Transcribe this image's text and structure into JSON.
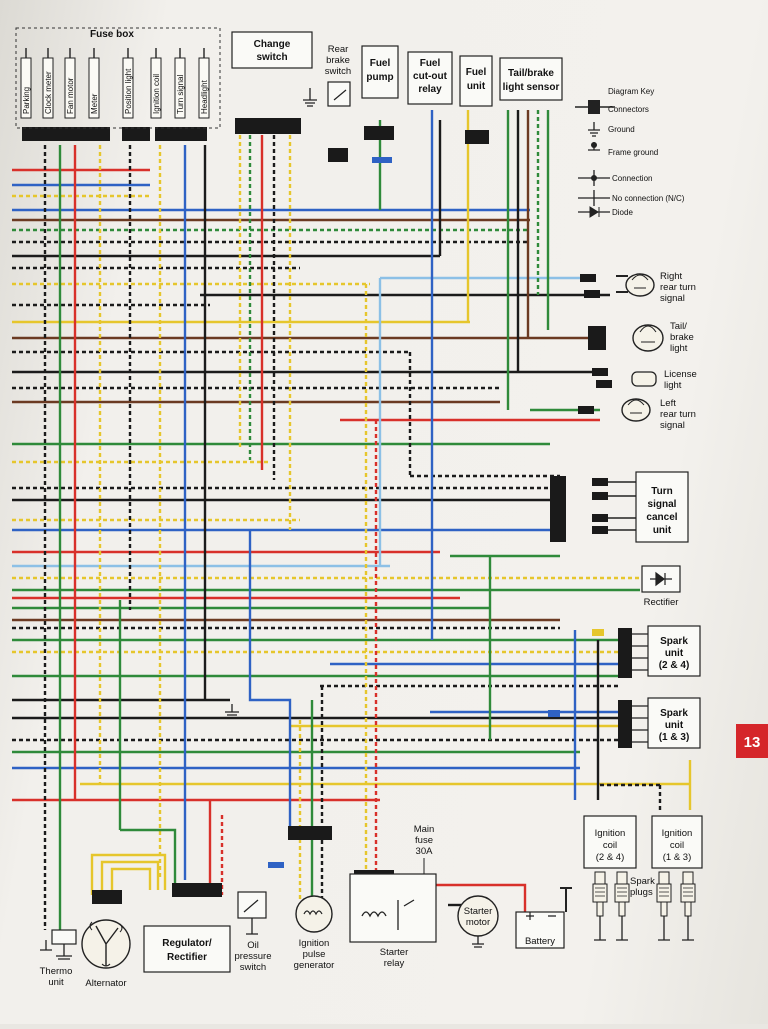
{
  "fuse_box": {
    "title": "Fuse box",
    "fuses": [
      "Parking",
      "Clock meter",
      "Fan motor",
      "Meter",
      "Position light",
      "Ignition coil",
      "Turn signal",
      "Headlight"
    ]
  },
  "components": {
    "change_switch": "Change switch",
    "rear_brake_switch": "Rear brake switch",
    "fuel_pump": "Fuel pump",
    "fuel_cutout_relay": "Fuel cut-out relay",
    "fuel_unit": "Fuel unit",
    "tail_brake_light_sensor": "Tail/brake light sensor",
    "right_rear_turn_signal": "Right rear turn signal",
    "tail_brake_light": "Tail/ brake light",
    "license_light": "License light",
    "left_rear_turn_signal": "Left rear turn signal",
    "turn_signal_cancel_unit": "Turn signal cancel unit",
    "rectifier": "Rectifier",
    "spark_unit_24": "Spark unit (2 & 4)",
    "spark_unit_13": "Spark unit (1 & 3)",
    "ignition_coil_24": "Ignition coil (2 & 4)",
    "ignition_coil_13": "Ignition coil (1 & 3)",
    "spark_plugs": "Spark plugs",
    "battery": "Battery",
    "starter_motor": "Starter motor",
    "main_fuse": "Main fuse 30A",
    "starter_relay": "Starter relay",
    "ignition_pulse_generator": "Ignition pulse generator",
    "oil_pressure_switch": "Oil pressure switch",
    "regulator_rectifier": "Regulator/ Rectifier",
    "alternator": "Alternator",
    "thermo_unit": "Thermo unit"
  },
  "diagram_key": {
    "title": "Diagram Key",
    "items": [
      "Connectors",
      "Ground",
      "Frame ground",
      "Connection",
      "No connection (N/C)",
      "Diode"
    ]
  },
  "chapter_tab": "13",
  "colors": {
    "red": "#d8302a",
    "green": "#2f8a3a",
    "blue": "#2f62c4",
    "yellow": "#e6c62c",
    "black": "#1b1b1b",
    "lightblue": "#8cc0e6",
    "brown": "#6b3a22",
    "orange": "#e0662a",
    "tab": "#d5262a"
  }
}
